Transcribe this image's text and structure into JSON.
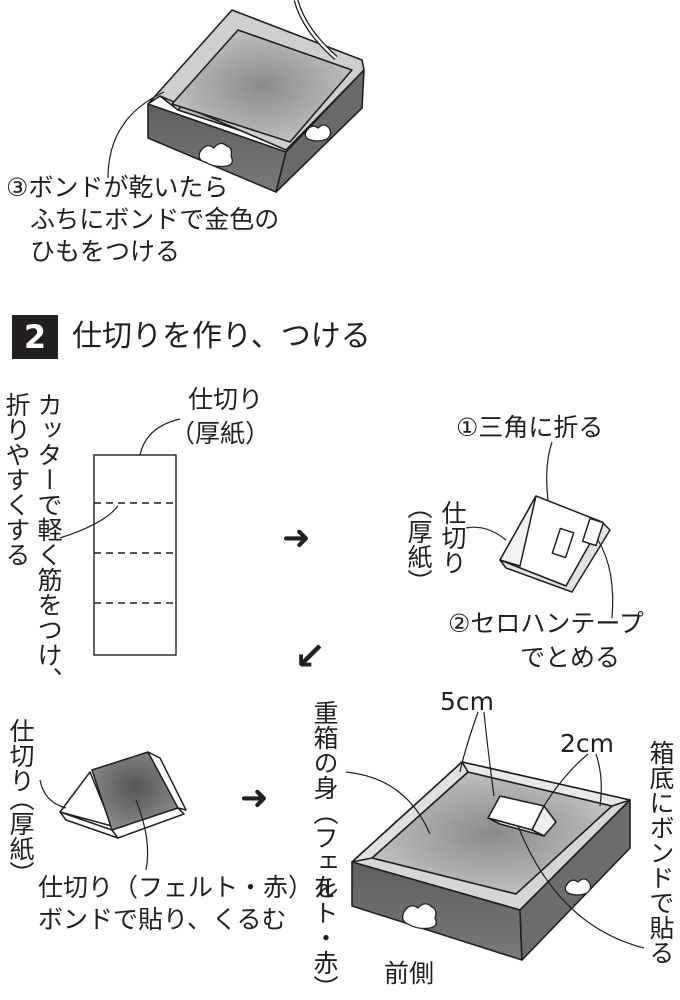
{
  "top_note": {
    "lines": [
      "③ボンドが乾いたら",
      "ふちにボンドで金色の",
      "ひもをつける"
    ]
  },
  "step2": {
    "number": "2",
    "title": "仕切りを作り、つける"
  },
  "panel_a": {
    "cut_note": "カッターで軽く筋をつけ、",
    "fold_note": "折りやすくする",
    "part_label_1": "仕切り",
    "part_label_2": "（厚紙）"
  },
  "panel_b": {
    "fold_note": "①三角に折る",
    "part_label_1": "仕切り",
    "part_label_2": "（厚紙）",
    "tape_note_1": "②セロハンテープ",
    "tape_note_2": "でとめる"
  },
  "panel_c": {
    "part_label_1": "仕切り",
    "part_label_2": "（厚紙）",
    "felt_note_1": "仕切り（フェルト・赤）を",
    "felt_note_2": "ボンドで貼り、くるむ"
  },
  "panel_d": {
    "body_label": "重箱の身（フェルト・赤）",
    "dim_5": "5cm",
    "dim_2": "2cm",
    "glue_note": "箱底にボンドで貼る",
    "front_label": "前側"
  },
  "arrows": {
    "right_1": "➜",
    "down_left": "↙",
    "right_2": "➜"
  },
  "colors": {
    "ink": "#231f20",
    "box_dark": "#6d6d6d",
    "box_mid": "#9a9a9a",
    "box_light": "#c9c9c9"
  }
}
